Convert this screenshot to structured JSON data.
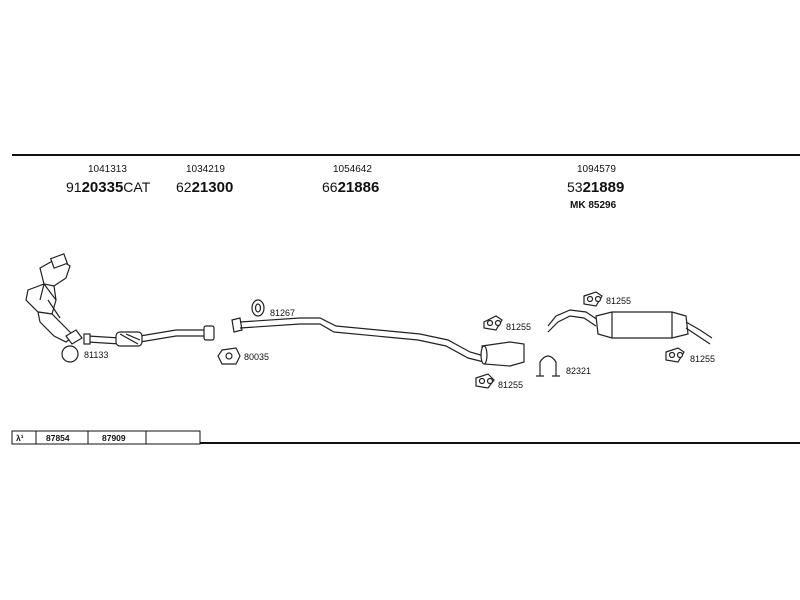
{
  "parts": {
    "catalyst": {
      "oe_number": "1041313",
      "prefix": "91",
      "number": "20335",
      "suffix": "CAT"
    },
    "front_pipe": {
      "oe_number": "1034219",
      "prefix": "62",
      "number": "21300"
    },
    "middle_pipe": {
      "oe_number": "1054642",
      "prefix": "66",
      "number": "21886"
    },
    "rear_silencer": {
      "oe_number": "1094579",
      "prefix": "53",
      "number": "21889",
      "extra": "MK 85296"
    }
  },
  "callouts": {
    "gasket_81133": "81133",
    "gasket_80035": "80035",
    "ring_81267": "81267",
    "hanger_81255_a": "81255",
    "hanger_81255_b": "81255",
    "hanger_81255_c": "81255",
    "hanger_81255_d": "81255",
    "clamp_82321": "82321"
  },
  "legend": {
    "lambda_label": "λ¹",
    "cells": [
      "87854",
      "87909",
      ""
    ]
  }
}
